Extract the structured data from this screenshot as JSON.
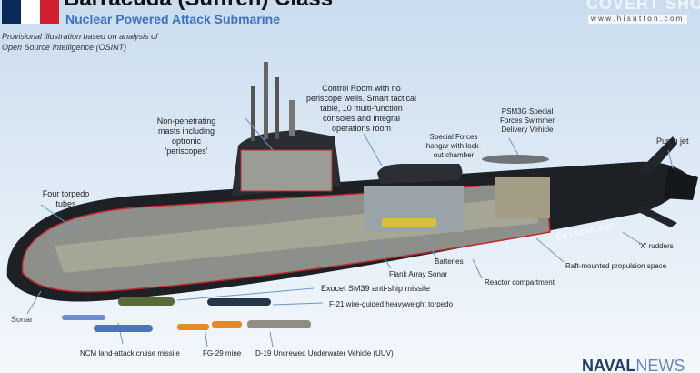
{
  "header": {
    "title": "Barracuda (Suffren) Class",
    "subtitle": "Nuclear Powered Attack Submarine",
    "note": "Provisional illustration based on analysis of Open Source Intelligence (OSINT)"
  },
  "branding": {
    "covert_shores": "COVERT SHORES",
    "website": "www.hisutton.com",
    "naval_news_1": "NAVAL",
    "naval_news_2": "NEWS",
    "copyright": "© H I Sutton, 2020"
  },
  "flag_colors": [
    "#0b2a5c",
    "#ffffff",
    "#d21f30"
  ],
  "labels": {
    "masts": "Non-penetrating masts including optronic 'periscopes'",
    "control_room": "Control Room with no periscope wells. Smart tactical table, 10 multi-function consoles and integral operations room",
    "hangar": "Special Forces hangar with lock-out chamber",
    "psm3g": "PSM3G Special Forces Swimmer Delivery Vehicle",
    "pump_jet": "Pump jet",
    "torpedo_tubes": "Four torpedo tubes",
    "x_rudders": "'X' rudders",
    "propulsion": "Raft-mounted propulsion space",
    "batteries": "Batteries",
    "flank_array": "Flank Array Sonar",
    "reactor": "Reactor compartment",
    "exocet": "Exocet SM39 anti-ship missile",
    "f21": "F-21 wire-guided heavyweight torpedo",
    "sonar": "Sonar",
    "ncm": "NCM land-attack cruise missile",
    "fg29": "FG-29 mine",
    "d19": "D-19 Uncrewed Underwater Vehicle (UUV)"
  }
}
